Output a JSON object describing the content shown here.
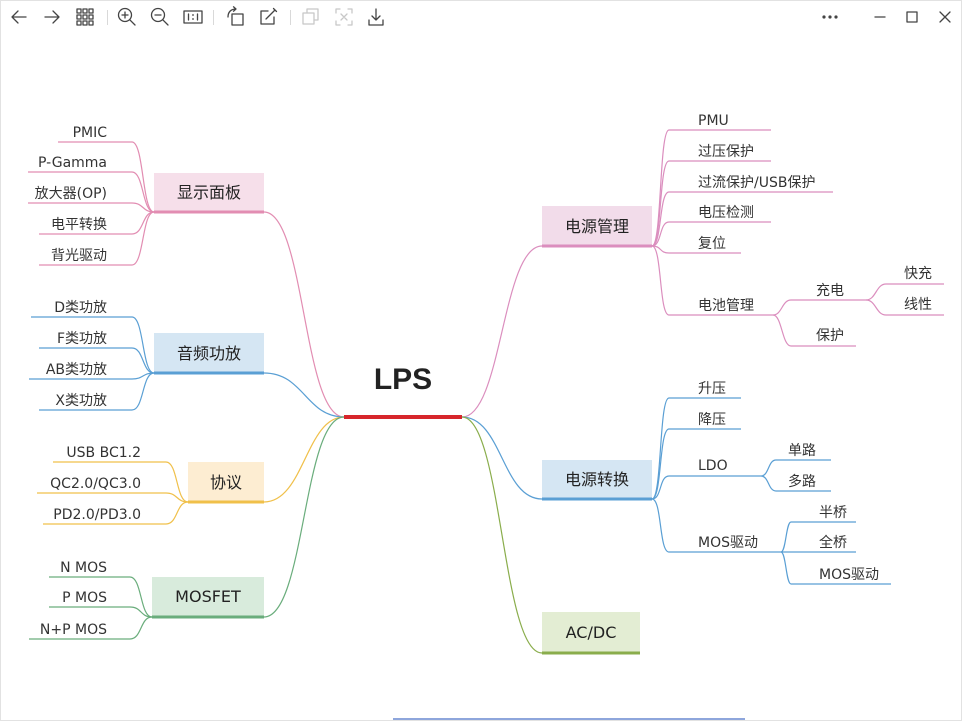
{
  "toolbar": {
    "navigation_icons": [
      "back-arrow-icon",
      "forward-arrow-icon",
      "grid-view-icon"
    ],
    "zoom_icons": [
      "zoom-in-icon",
      "zoom-out-icon",
      "actual-size-icon"
    ],
    "edit_icons": [
      "rotate-icon",
      "edit-icon"
    ],
    "action_icons": [
      "copy-icon",
      "select-icon",
      "save-icon"
    ],
    "disabled_icons": [
      "copy-icon",
      "select-icon"
    ],
    "window_controls": [
      "more-icon",
      "minimize-icon",
      "maximize-icon",
      "close-icon"
    ],
    "icon_color": "#444444",
    "disabled_color": "#c8c8c8"
  },
  "mindmap": {
    "root": {
      "label": "LPS",
      "line": "#d7262b"
    },
    "left": [
      {
        "label": "显示面板",
        "fill": "#f6dfea",
        "line": "#e28db2",
        "children": [
          {
            "label": "PMIC"
          },
          {
            "label": "P-Gamma"
          },
          {
            "label": "放大器(OP)"
          },
          {
            "label": "电平转换"
          },
          {
            "label": "背光驱动"
          }
        ]
      },
      {
        "label": "音频功放",
        "fill": "#d5e6f3",
        "line": "#5a9fd4",
        "children": [
          {
            "label": "D类功放"
          },
          {
            "label": "F类功放"
          },
          {
            "label": "AB类功放"
          },
          {
            "label": "X类功放"
          }
        ]
      },
      {
        "label": "协议",
        "fill": "#fdedd2",
        "line": "#f0c04a",
        "children": [
          {
            "label": "USB BC1.2"
          },
          {
            "label": "QC2.0/QC3.0"
          },
          {
            "label": "PD2.0/PD3.0"
          }
        ]
      },
      {
        "label": "MOSFET",
        "fill": "#d8ebdc",
        "line": "#6aad7c",
        "children": [
          {
            "label": "N MOS"
          },
          {
            "label": "P MOS"
          },
          {
            "label": "N+P MOS"
          }
        ]
      }
    ],
    "right": [
      {
        "label": "电源管理",
        "fill": "#f2dcea",
        "line": "#db8ebe",
        "children": [
          {
            "label": "PMU"
          },
          {
            "label": "过压保护"
          },
          {
            "label": "过流保护/USB保护"
          },
          {
            "label": "电压检测"
          },
          {
            "label": "复位"
          },
          {
            "label": "电池管理",
            "children": [
              {
                "label": "充电",
                "children": [
                  {
                    "label": "快充"
                  },
                  {
                    "label": "线性"
                  }
                ]
              },
              {
                "label": "保护"
              }
            ]
          }
        ]
      },
      {
        "label": "电源转换",
        "fill": "#d5e6f3",
        "line": "#5a9fd4",
        "children": [
          {
            "label": "升压"
          },
          {
            "label": "降压"
          },
          {
            "label": "LDO",
            "children": [
              {
                "label": "单路"
              },
              {
                "label": "多路"
              }
            ]
          },
          {
            "label": "MOS驱动",
            "children": [
              {
                "label": "半桥"
              },
              {
                "label": "全桥"
              },
              {
                "label": "MOS驱动"
              }
            ]
          }
        ]
      },
      {
        "label": "AC/DC",
        "fill": "#e3edd3",
        "line": "#8aad4c"
      }
    ]
  }
}
